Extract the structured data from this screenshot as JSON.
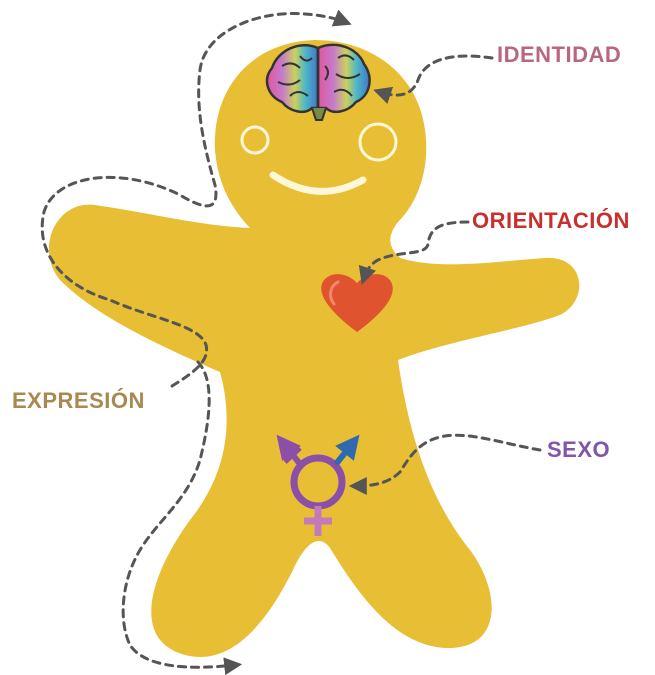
{
  "labels": {
    "identidad": "IDENTIDAD",
    "orientacion": "ORIENTACIÓN",
    "expresion": "EXPRESIÓN",
    "sexo": "SEXO"
  },
  "colors": {
    "body": "#E8BE35",
    "identidad": "#B8677E",
    "orientacion": "#C8302E",
    "expresion": "#A88A50",
    "sexo": "#8255A8",
    "heart": "#E0532F",
    "symbol_pink": "#C27AB8",
    "symbol_purple": "#8B4FA8",
    "symbol_blue": "#2F6AAE",
    "arrow": "#555555"
  },
  "icons": {
    "brain": "brain-icon",
    "heart": "heart-icon",
    "gender_symbol": "transgender-symbol-icon"
  }
}
